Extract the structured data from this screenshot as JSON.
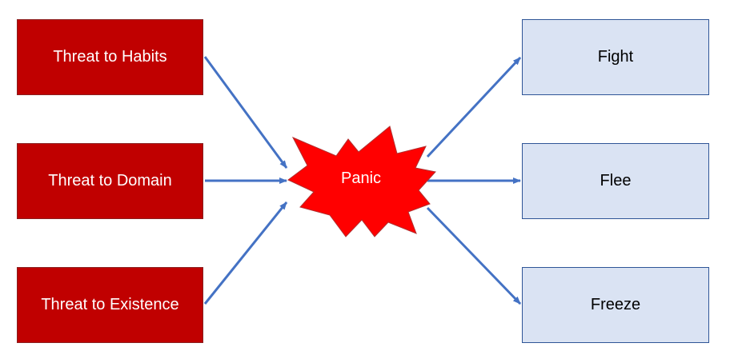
{
  "threats": [
    {
      "label": "Threat to Habits"
    },
    {
      "label": "Threat to Domain"
    },
    {
      "label": "Threat to Existence"
    }
  ],
  "center": {
    "label": "Panic"
  },
  "responses": [
    {
      "label": "Fight"
    },
    {
      "label": "Flee"
    },
    {
      "label": "Freeze"
    }
  ],
  "colors": {
    "threat_fill": "#c00000",
    "response_fill": "#dae3f3",
    "burst_fill": "#ff0000",
    "arrow": "#4472c4"
  }
}
